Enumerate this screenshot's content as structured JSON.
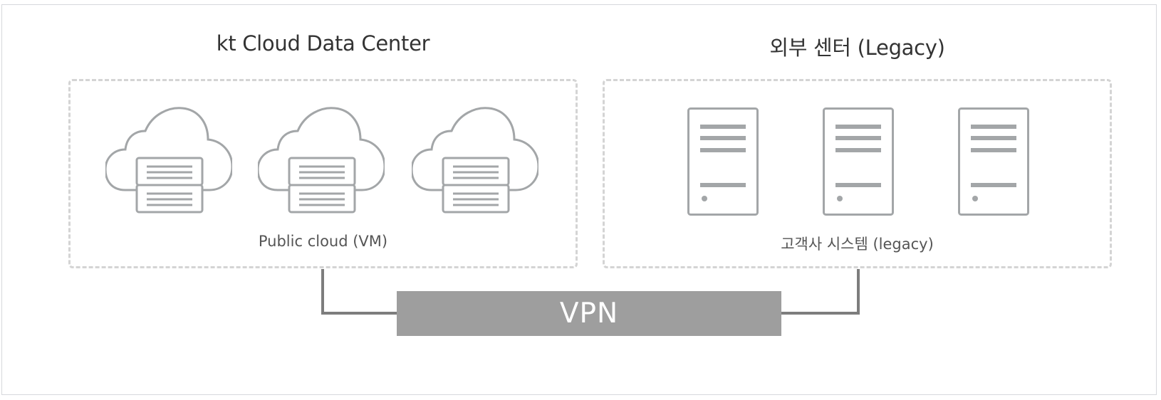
{
  "diagram": {
    "left_group": {
      "title": "kt Cloud Data Center",
      "caption": "Public cloud (VM)",
      "items": [
        "cloud-server-icon",
        "cloud-server-icon",
        "cloud-server-icon"
      ]
    },
    "right_group": {
      "title": "외부 센터 (Legacy)",
      "caption": "고객사 시스템 (legacy)",
      "items": [
        "tower-server-icon",
        "tower-server-icon",
        "tower-server-icon"
      ]
    },
    "connection": {
      "label": "VPN"
    },
    "colors": {
      "icon_stroke": "#a3a6a8",
      "dashed_border": "#d4d4d4",
      "vpn_fill": "#9e9e9e",
      "connector": "#7d7d7d",
      "frame_border": "#d6d8dc"
    }
  }
}
